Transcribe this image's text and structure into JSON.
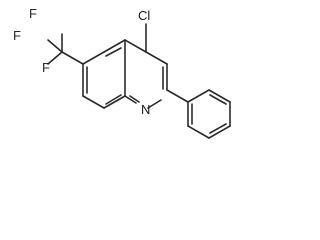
{
  "molecule": {
    "atoms": {
      "chlorine": "Cl",
      "nitrogen": "N",
      "fluorine_1": "F",
      "fluorine_2": "F",
      "fluorine_3": "F"
    }
  },
  "colors": {
    "bond": "#2a2a2a",
    "label": "#2a2a2a",
    "background": "#ffffff"
  }
}
